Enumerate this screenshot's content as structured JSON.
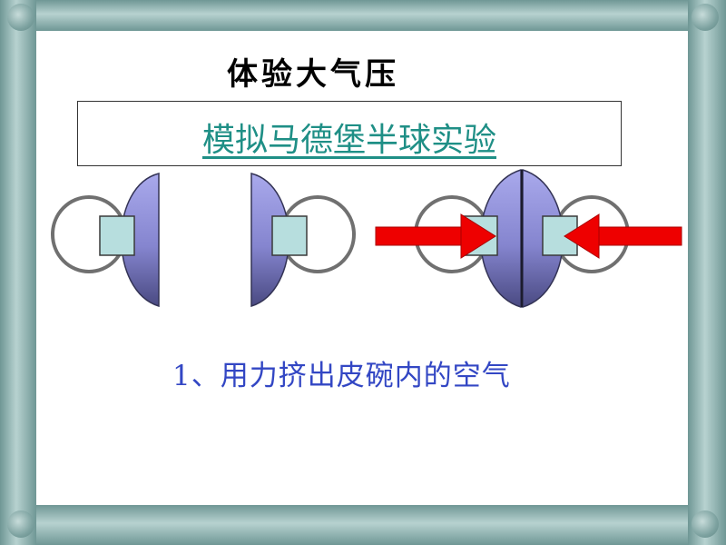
{
  "slide": {
    "title": "体验大气压",
    "link_text": "模拟马德堡半球实验",
    "step_text": "1、用力挤出皮碗内的空气"
  },
  "colors": {
    "frame": "#8fb3b1",
    "link": "#1f8f86",
    "step_text": "#3347c4",
    "arrow": "#ee0000",
    "cup_fill": "#8c8cd6",
    "handle_fill": "#b7dede",
    "ring_stroke": "#707070"
  },
  "icons": {
    "cup": "suction-cup-icon",
    "arrow": "push-arrow-icon"
  }
}
